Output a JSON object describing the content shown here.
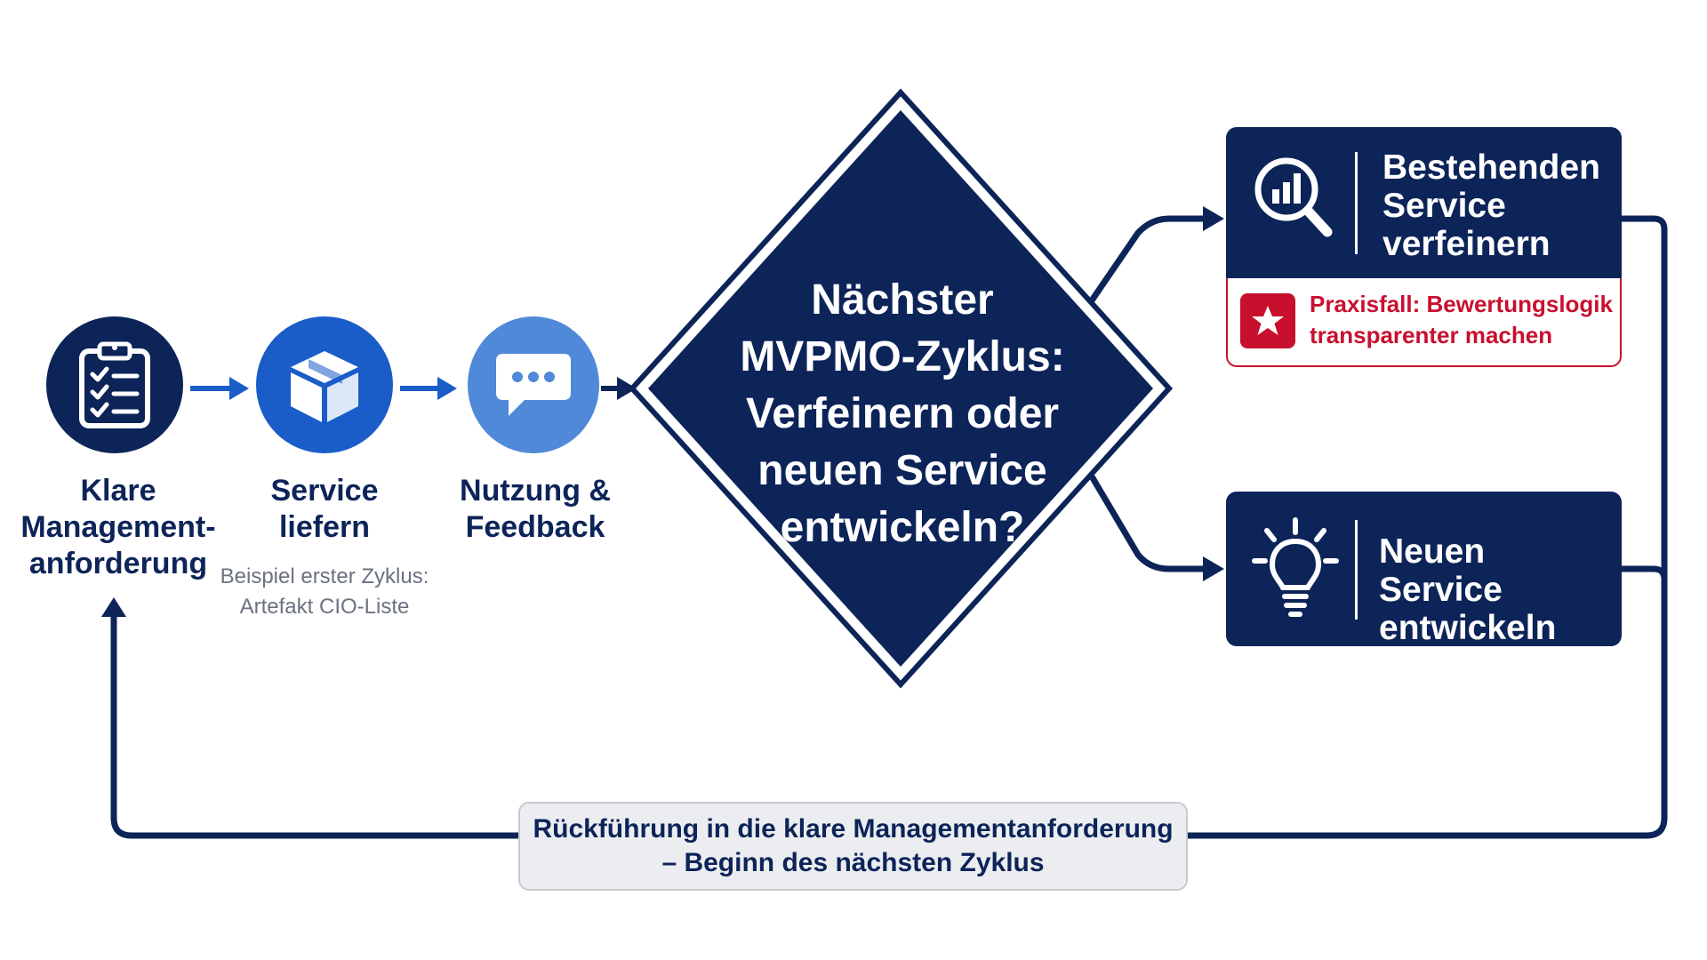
{
  "steps": [
    {
      "label": "Klare\nManagement-\nanforderung",
      "icon": "clipboard-checklist-icon",
      "color": "#0d2459"
    },
    {
      "label": "Service\nliefern",
      "sublabel": "Beispiel erster Zyklus:\nArtefakt CIO-Liste",
      "icon": "package-box-icon",
      "color": "#1a5cc8"
    },
    {
      "label": "Nutzung &\nFeedback",
      "icon": "chat-bubble-icon",
      "color": "#4f89d8"
    }
  ],
  "decision": {
    "text": "Nächster\nMVPMO-Zyklus:\nVerfeinern oder\nneuen Service\nentwickeln?"
  },
  "options": [
    {
      "title": "Bestehenden\nService\nverfeinern",
      "icon": "magnifier-chart-icon",
      "case": {
        "text": "Praxisfall: Bewertungslogik\ntransparenter machen",
        "icon": "star-icon"
      }
    },
    {
      "title": "Neuen Service\nentwickeln",
      "icon": "lightbulb-icon"
    }
  ],
  "loop_back": {
    "text": "Rückführung in die klare Managementanforderung\n– Beginn des nächsten Zyklus"
  },
  "colors": {
    "navy": "#0d2459",
    "blue": "#1a5cc8",
    "light_blue": "#4f89d8",
    "accent_red": "#c8102e",
    "footer_bg": "#ebedf0"
  }
}
